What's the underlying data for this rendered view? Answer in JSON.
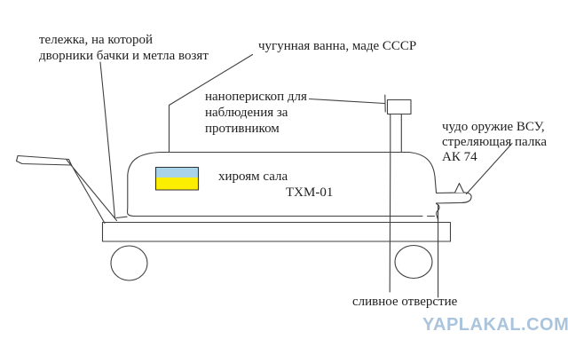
{
  "labels": {
    "cart": "тележка, на которой\nдворники бачки и метла возят",
    "bathtub": "чугунная ванна, маде СССР",
    "periscope": "наноперископ для\nнаблюдения за\nпротивником",
    "weapon": "чудо оружие ВСУ,\nстреляющая палка\nАК 74",
    "flag_caption": "хироям сала",
    "model": "ТХМ-01",
    "drain": "сливное отверстие"
  },
  "watermark": {
    "text": "YAPLAKAL.COM"
  },
  "colors": {
    "line": "#3f3f3f",
    "text": "#1f1f1f",
    "flag_blue": "#a8d3e8",
    "flag_yellow": "#fcee00",
    "watermark": "#a9c4dc",
    "background": "#ffffff"
  }
}
